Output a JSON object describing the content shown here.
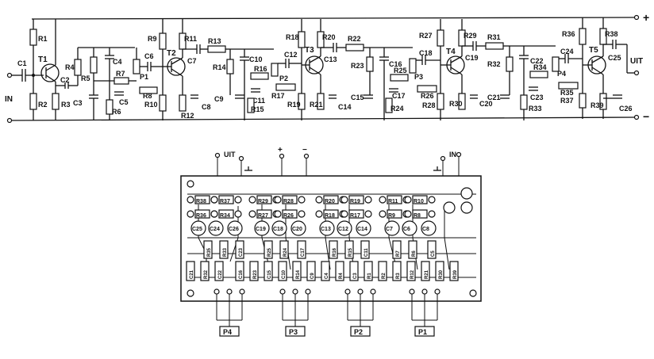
{
  "schematic": {
    "rails": {
      "plus": "+",
      "minus": "−",
      "input": "IN",
      "output": "UIT"
    },
    "transistors": [
      "T1",
      "T2",
      "T3",
      "T4",
      "T5"
    ],
    "resistors": {
      "R1": "R1",
      "R2": "R2",
      "R3": "R3",
      "R4": "R4",
      "R5": "R5",
      "R6": "R6",
      "R7": "R7",
      "R8": "R8",
      "R9": "R9",
      "R10": "R10",
      "R11": "R11",
      "R12": "R12",
      "R13": "R13",
      "R14": "R14",
      "R15": "R15",
      "R16": "R16",
      "R17": "R17",
      "R18": "R18",
      "R19": "R19",
      "R20": "R20",
      "R21": "R21",
      "R22": "R22",
      "R23": "R23",
      "R24": "R24",
      "R25": "R25",
      "R26": "R26",
      "R27": "R27",
      "R28": "R28",
      "R29": "R29",
      "R30": "R30",
      "R31": "R31",
      "R32": "R32",
      "R33": "R33",
      "R34": "R34",
      "R35": "R35",
      "R36": "R36",
      "R37": "R37",
      "R38": "R38",
      "R39": "R39"
    },
    "capacitors": {
      "C1": "C1",
      "C2": "C2",
      "C3": "C3",
      "C4": "C4",
      "C5": "C5",
      "C6": "C6",
      "C7": "C7",
      "C8": "C8",
      "C9": "C9",
      "C10": "C10",
      "C11": "C11",
      "C12": "C12",
      "C13": "C13",
      "C14": "C14",
      "C15": "C15",
      "C16": "C16",
      "C17": "C17",
      "C18": "C18",
      "C19": "C19",
      "C20": "C20",
      "C21": "C21",
      "C22": "C22",
      "C23": "C23",
      "C24": "C24",
      "C25": "C25",
      "C26": "C26"
    },
    "pots": {
      "P1": "P1",
      "P2": "P2",
      "P3": "P3",
      "P4": "P4"
    }
  },
  "board": {
    "top_labels": {
      "out": "UIT",
      "plus": "+",
      "minus": "−",
      "in": "IN"
    },
    "pot_labels": [
      "P4",
      "P3",
      "P2",
      "P1"
    ],
    "top_row": [
      "R38",
      "R37",
      "R29",
      "R28",
      "R20",
      "R19",
      "R11",
      "R10"
    ],
    "second_row": [
      "R36",
      "R34",
      "R27",
      "R26",
      "R18",
      "R17",
      "R9",
      "R8"
    ],
    "third_row": [
      "C25",
      "C24",
      "C26",
      "C19",
      "C18",
      "C20",
      "C13",
      "C12",
      "C14",
      "C7",
      "C6",
      "C8"
    ],
    "middle_labels": [
      "R35",
      "R33",
      "C23",
      "R25",
      "R24",
      "C17",
      "R16",
      "R15",
      "C11",
      "R7",
      "R6",
      "C5"
    ],
    "bottom_labels": [
      "C21",
      "R32",
      "C22",
      "C16",
      "R23",
      "C15",
      "C10",
      "R14",
      "C9",
      "C4",
      "R4",
      "C3",
      "R1",
      "R2",
      "R3",
      "R12",
      "R21",
      "R30",
      "R39"
    ]
  }
}
